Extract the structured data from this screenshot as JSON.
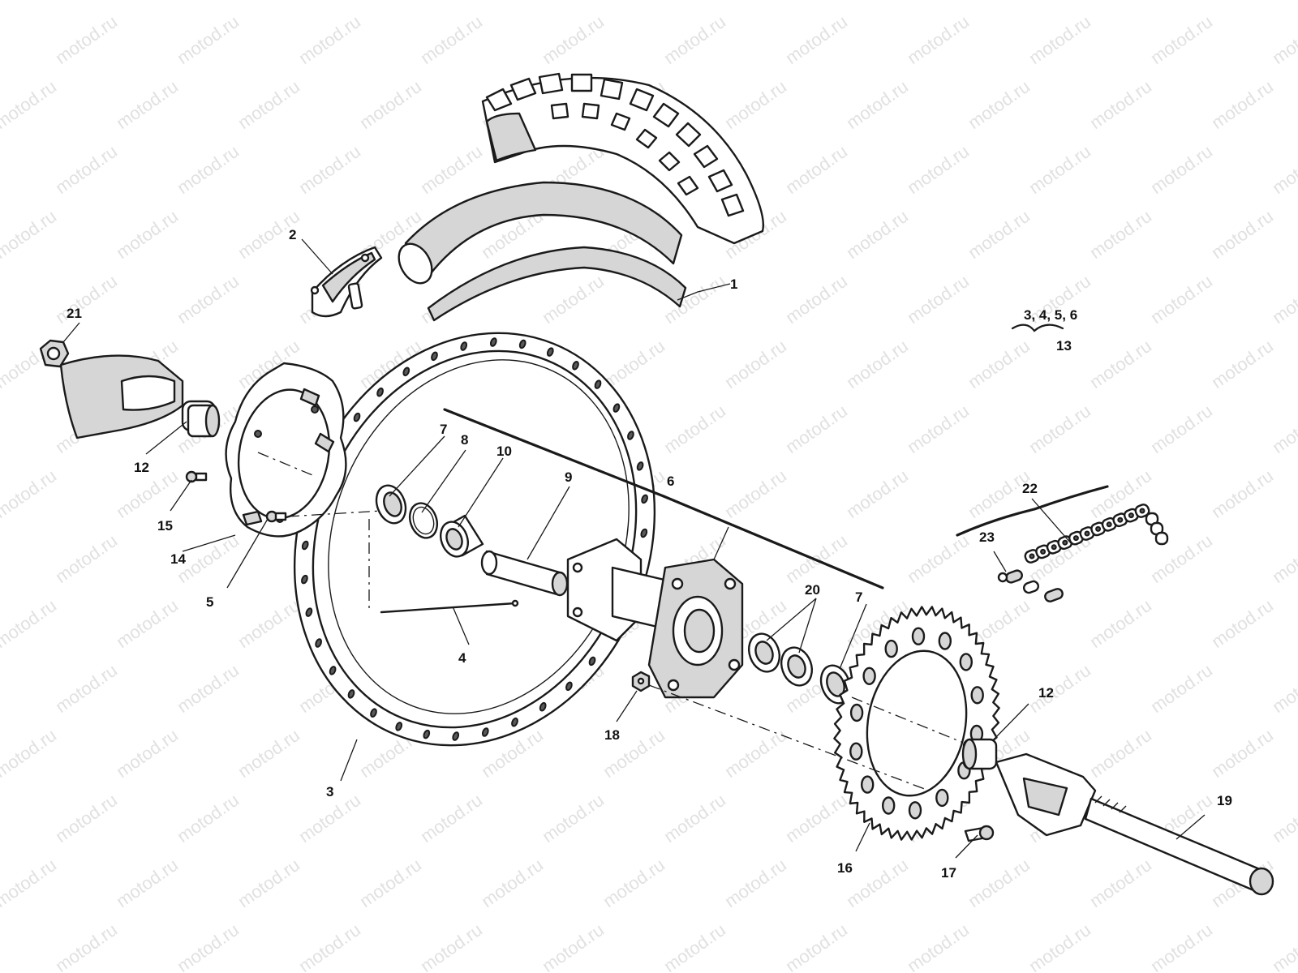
{
  "watermark": {
    "text": "motod.ru"
  },
  "callouts": [
    {
      "id": "1",
      "text": "1"
    },
    {
      "id": "2",
      "text": "2"
    },
    {
      "id": "3",
      "text": "3"
    },
    {
      "id": "4",
      "text": "4"
    },
    {
      "id": "5",
      "text": "5"
    },
    {
      "id": "6",
      "text": "6"
    },
    {
      "id": "7a",
      "text": "7"
    },
    {
      "id": "7b",
      "text": "7"
    },
    {
      "id": "8",
      "text": "8"
    },
    {
      "id": "9",
      "text": "9"
    },
    {
      "id": "10",
      "text": "10"
    },
    {
      "id": "12a",
      "text": "12"
    },
    {
      "id": "12b",
      "text": "12"
    },
    {
      "id": "13",
      "text": "13"
    },
    {
      "id": "14",
      "text": "14"
    },
    {
      "id": "15",
      "text": "15"
    },
    {
      "id": "16",
      "text": "16"
    },
    {
      "id": "17",
      "text": "17"
    },
    {
      "id": "18",
      "text": "18"
    },
    {
      "id": "19",
      "text": "19"
    },
    {
      "id": "20",
      "text": "20"
    },
    {
      "id": "21",
      "text": "21"
    },
    {
      "id": "22",
      "text": "22"
    },
    {
      "id": "23",
      "text": "23"
    },
    {
      "id": "group13",
      "text": "3, 4, 5, 6"
    }
  ],
  "colors": {
    "line": "#1a1a1a",
    "watermark": "#c9c9c9",
    "background": "#ffffff"
  }
}
